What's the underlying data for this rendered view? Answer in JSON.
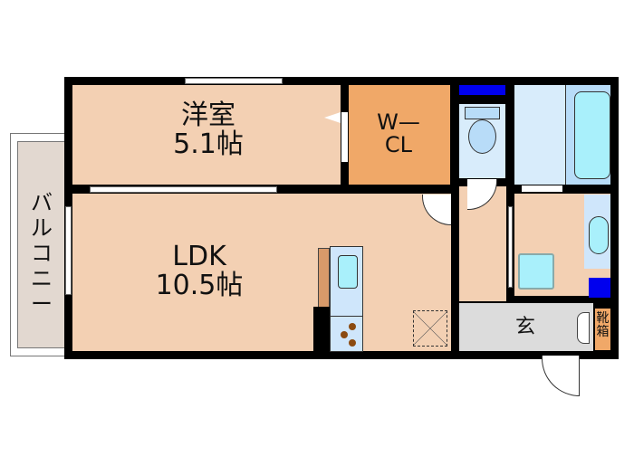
{
  "floorplan": {
    "colors": {
      "room": "#f3d0b3",
      "wcl": "#f0a868",
      "balcony": "#e2d8d0",
      "entrance": "#dcdcdc",
      "wet": "#d8ecfb",
      "fixture": "#a9f0fb",
      "accent_blue": "#0000ee",
      "shoe_box": "#f0a868",
      "wall": "#000000"
    },
    "rooms": {
      "western": {
        "name": "洋室",
        "size": "5.1帖"
      },
      "wcl": {
        "line1": "W—",
        "line2": "CL"
      },
      "ldk": {
        "name": "LDK",
        "size": "10.5帖"
      },
      "balcony": {
        "chars": [
          "バ",
          "ル",
          "コ",
          "ニ",
          "ー"
        ]
      },
      "entrance": {
        "name": "玄"
      },
      "shoe_box": {
        "line1": "靴",
        "line2": "箱"
      }
    }
  }
}
